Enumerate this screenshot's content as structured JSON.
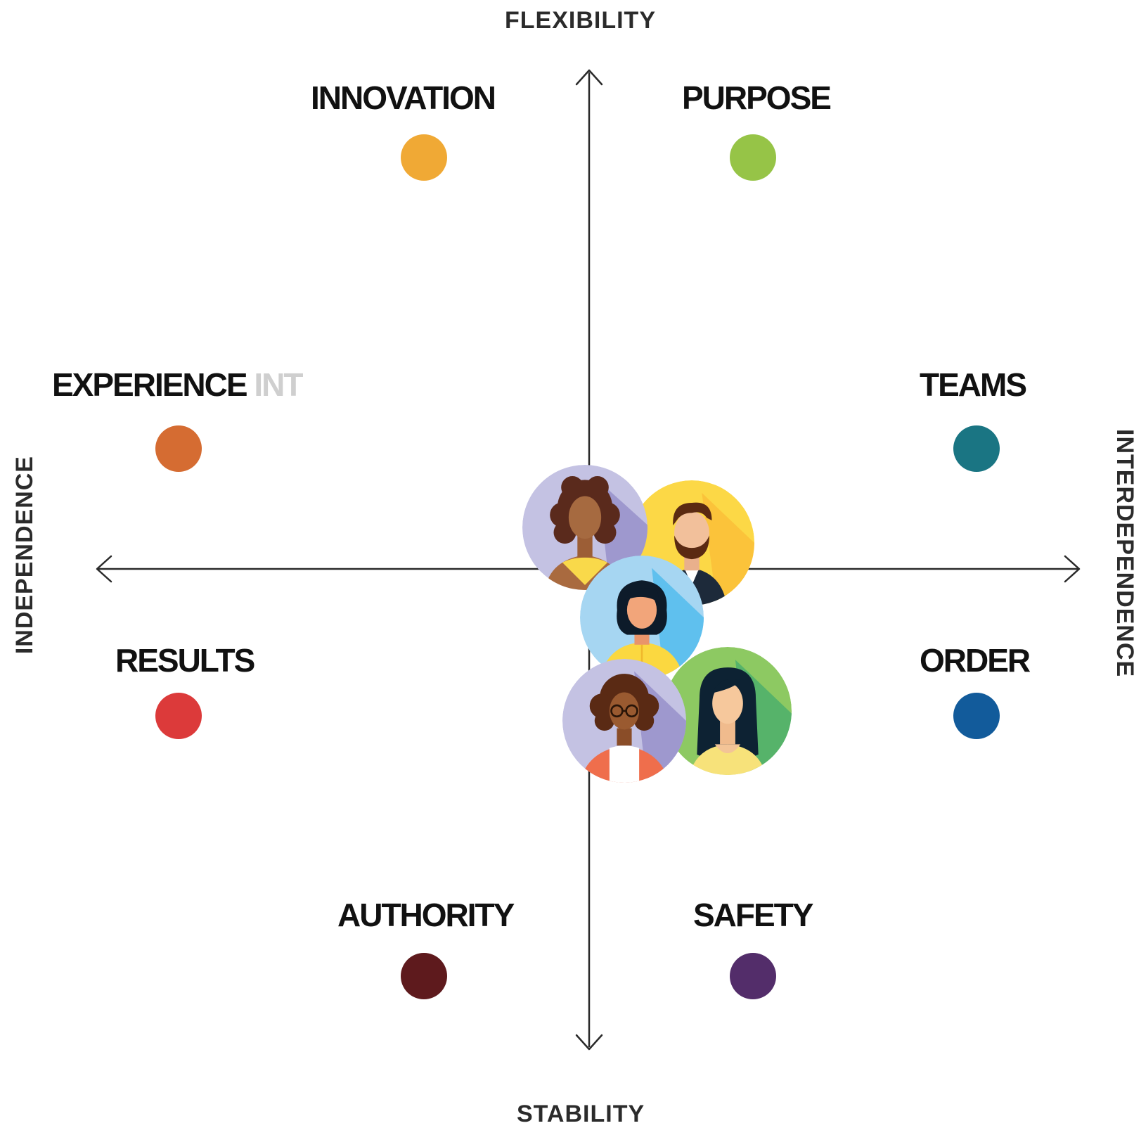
{
  "axes": {
    "top": "FLEXIBILITY",
    "bottom": "STABILITY",
    "left": "INDEPENDENCE",
    "right": "INTERDEPENDENCE"
  },
  "themes": [
    {
      "id": "innovation",
      "label": "INNOVATION",
      "color": "#F0A935"
    },
    {
      "id": "purpose",
      "label": "PURPOSE",
      "color": "#96C447"
    },
    {
      "id": "experience",
      "label": "EXPERIENCE",
      "ghost_text": "INT",
      "color": "#D56C32"
    },
    {
      "id": "teams",
      "label": "TEAMS",
      "color": "#1A7583"
    },
    {
      "id": "results",
      "label": "RESULTS",
      "color": "#DC3A3A"
    },
    {
      "id": "order",
      "label": "ORDER",
      "color": "#125B9B"
    },
    {
      "id": "authority",
      "label": "AUTHORITY",
      "color": "#5E1A1D"
    },
    {
      "id": "safety",
      "label": "SAFETY",
      "color": "#532D6A"
    }
  ],
  "avatars": [
    {
      "id": "avatar-curly-hair-woman",
      "bg": "#C4C2E3",
      "shade": "#9E98CE"
    },
    {
      "id": "avatar-bearded-man",
      "bg": "#FCD846",
      "shade": "#FBC33A"
    },
    {
      "id": "avatar-bob-hair-woman",
      "bg": "#A6D6F2",
      "shade": "#5FC0EE"
    },
    {
      "id": "avatar-glasses-woman",
      "bg": "#C4C2E3",
      "shade": "#9E98CE"
    },
    {
      "id": "avatar-long-hair-woman",
      "bg": "#8DC962",
      "shade": "#56B36A"
    }
  ]
}
